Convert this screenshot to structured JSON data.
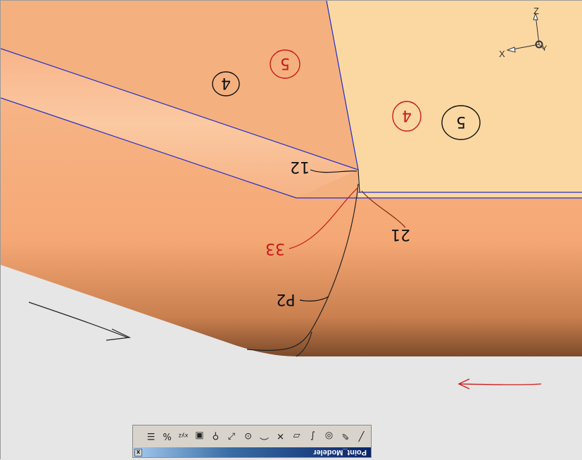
{
  "annotations": {
    "label_4_left": "4",
    "label_5_left": "5",
    "label_4_right": "4",
    "label_5_right": "5",
    "label_12": "12",
    "label_21": "21",
    "label_33": "33",
    "label_p2": "P2"
  },
  "axis_triad": {
    "z": "Z",
    "x": "X",
    "y": "Y"
  },
  "toolbar": {
    "title": "Point_Modeler",
    "close_label": "x",
    "tools": [
      {
        "name": "line-tool-icon",
        "glyph": "╱"
      },
      {
        "name": "pen-tool-icon",
        "glyph": "✎"
      },
      {
        "name": "target-point-icon",
        "glyph": "◎"
      },
      {
        "name": "curve-point-icon",
        "glyph": "∫"
      },
      {
        "name": "plane-point-icon",
        "glyph": "▱"
      },
      {
        "name": "intersect-icon",
        "glyph": "✕"
      },
      {
        "name": "arc-point-icon",
        "glyph": "⌒"
      },
      {
        "name": "project-point-icon",
        "glyph": "⊙"
      },
      {
        "name": "offset-point-icon",
        "glyph": "⤢"
      },
      {
        "name": "node-point-icon",
        "glyph": "⚲"
      },
      {
        "name": "box-point-icon",
        "glyph": "▣"
      },
      {
        "name": "xyz-point-icon",
        "glyph": "xyz"
      },
      {
        "name": "percent-point-icon",
        "glyph": "%"
      },
      {
        "name": "grid-point-icon",
        "glyph": "☰"
      }
    ]
  },
  "colors": {
    "background": "#e6e6e6",
    "surface_dark": "#f0a978",
    "surface_light": "#fbd8a2",
    "edge_blue": "#2230c8",
    "ink_black": "#111111",
    "ink_red": "#cc1a1a"
  }
}
